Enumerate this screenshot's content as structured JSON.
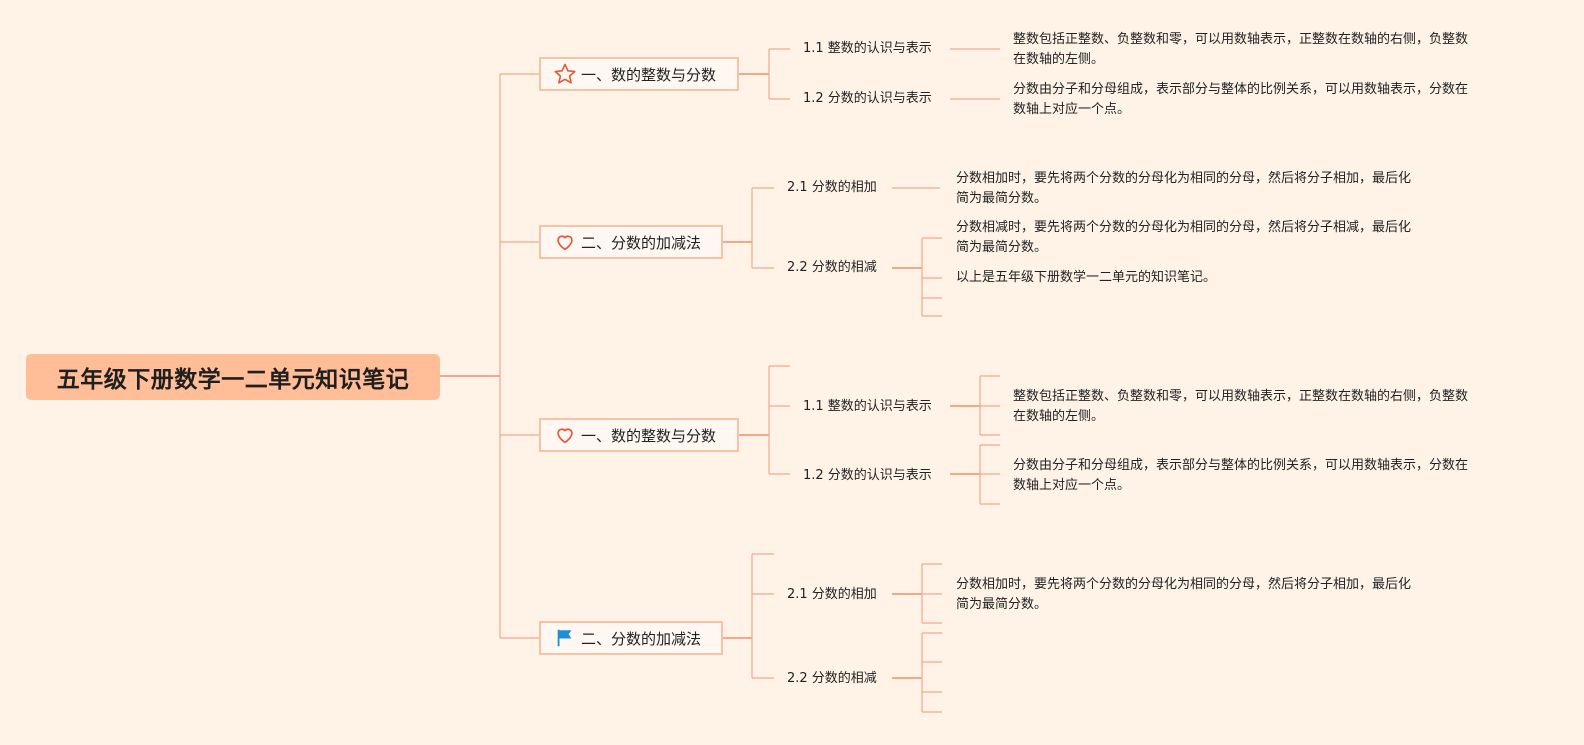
{
  "root": {
    "title": "五年级下册数学一二单元知识笔记"
  },
  "branches": [
    {
      "label": "一、数的整数与分数",
      "icon": "star-icon",
      "topics": [
        {
          "label": "1.1 整数的认识与表示",
          "notes": [
            [
              "整数包括正整数、负整数和零，可以用数轴表示，正整数在数轴的右侧，负整数",
              "在数轴的左侧。"
            ]
          ]
        },
        {
          "label": "1.2 分数的认识与表示",
          "notes": [
            [
              "分数由分子和分母组成，表示部分与整体的比例关系，可以用数轴表示，分数在",
              "数轴上对应一个点。"
            ]
          ]
        }
      ]
    },
    {
      "label": "二、分数的加减法",
      "icon": "heart-icon",
      "topics": [
        {
          "label": "2.1 分数的相加",
          "notes": [
            [
              "分数相加时，要先将两个分数的分母化为相同的分母，然后将分子相加，最后化",
              "简为最简分数。"
            ]
          ]
        },
        {
          "label": "2.2 分数的相减",
          "notes": [
            [
              "分数相减时，要先将两个分数的分母化为相同的分母，然后将分子相减，最后化",
              "简为最简分数。"
            ],
            [
              "以上是五年级下册数学一二单元的知识笔记。"
            ]
          ]
        }
      ]
    },
    {
      "label": "一、数的整数与分数",
      "icon": "heart-icon",
      "topics": [
        {
          "label": "1.1 整数的认识与表示",
          "notes": [
            [
              "整数包括正整数、负整数和零，可以用数轴表示，正整数在数轴的右侧，负整数",
              "在数轴的左侧。"
            ]
          ]
        },
        {
          "label": "1.2 分数的认识与表示",
          "notes": [
            [
              "分数由分子和分母组成，表示部分与整体的比例关系，可以用数轴表示，分数在",
              "数轴上对应一个点。"
            ]
          ]
        }
      ]
    },
    {
      "label": "二、分数的加减法",
      "icon": "flag-icon",
      "topics": [
        {
          "label": "2.1 分数的相加",
          "notes": [
            [
              "分数相加时，要先将两个分数的分母化为相同的分母，然后将分子相加，最后化",
              "简为最简分数。"
            ]
          ]
        },
        {
          "label": "2.2 分数的相减",
          "notes": []
        }
      ]
    }
  ],
  "colors": {
    "background": "#fff3e8",
    "root_fill": "#ffbe98",
    "line": "#f2a98a",
    "line_strong": "#ee8f6a",
    "box_border": "#f7c3a4",
    "star": "#e0573c",
    "heart": "#e0573c",
    "flag": "#1e8fd6"
  }
}
